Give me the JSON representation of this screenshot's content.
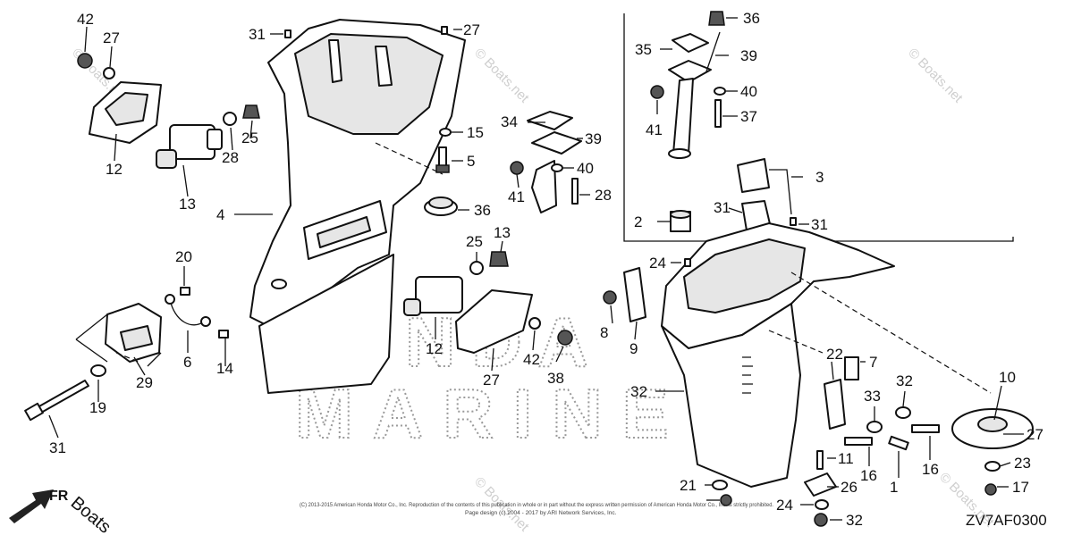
{
  "watermark": {
    "line1": "HONDA",
    "line2": "MARINE",
    "site": "© Boats.net"
  },
  "footer": {
    "copyright": "(C) 2013-2015 American Honda Motor Co., Inc. Reproduction of the contents of this publication in whole or in part without the express written permission of American Honda Motor Co., Inc. is strictly prohibited.",
    "page_design": "Page design (c) 2004 - 2017 by ARI Network Services, Inc.",
    "diagram_code": "ZV7AF0300"
  },
  "corner": {
    "fr_label": "FR",
    "boats_label": "Boats"
  },
  "callouts": [
    "42",
    "27",
    "12",
    "13",
    "28",
    "25",
    "31",
    "4",
    "20",
    "6",
    "14",
    "29",
    "19",
    "31",
    "27",
    "15",
    "5",
    "36",
    "34",
    "39",
    "41",
    "40",
    "28",
    "25",
    "13",
    "12",
    "27",
    "42",
    "38",
    "36",
    "35",
    "39",
    "41",
    "40",
    "37",
    "2",
    "3",
    "31",
    "31",
    "24",
    "8",
    "9",
    "22",
    "7",
    "32",
    "32",
    "33",
    "16",
    "16",
    "1",
    "10",
    "27",
    "23",
    "17",
    "11",
    "26",
    "24",
    "32",
    "21"
  ]
}
